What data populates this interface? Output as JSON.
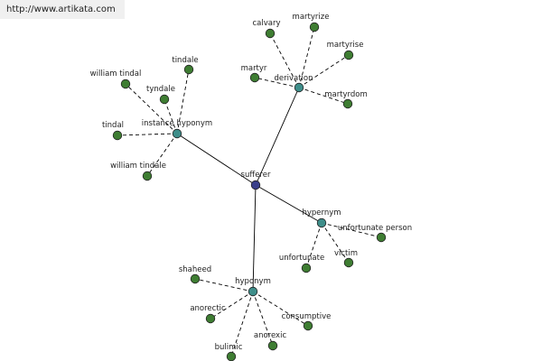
{
  "watermark": "http://www.artikata.com",
  "colors": {
    "center_node": "#3a3f8a",
    "relation_node": "#3e8e8a",
    "leaf_node": "#3e7d32"
  },
  "graph": {
    "center": {
      "id": "sufferer",
      "label": "sufferer"
    },
    "relations": [
      {
        "id": "instance-hyponym",
        "label": "instance hyponym",
        "leaves": [
          "william tindal",
          "tindale",
          "tyndale",
          "tindal",
          "william tindale"
        ]
      },
      {
        "id": "derivation",
        "label": "derivation",
        "leaves": [
          "calvary",
          "martyrize",
          "martyrise",
          "martyr",
          "martyrdom"
        ]
      },
      {
        "id": "hypernym",
        "label": "hypernym",
        "leaves": [
          "unfortunate person",
          "unfortunate",
          "victim"
        ]
      },
      {
        "id": "hyponym",
        "label": "hyponym",
        "leaves": [
          "shaheed",
          "anorectic",
          "consumptive",
          "bulimic",
          "anorexic"
        ]
      }
    ]
  }
}
